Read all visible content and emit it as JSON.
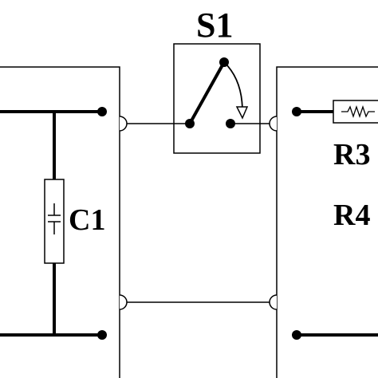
{
  "diagram": {
    "switch_label": "S1",
    "capacitor_label": "C1",
    "resistor_top_label": "R3",
    "resistor_bottom_label": "R4",
    "capacitor_symbol": "⊥⊤"
  },
  "colors": {
    "line": "#000000",
    "background": "#ffffff"
  }
}
